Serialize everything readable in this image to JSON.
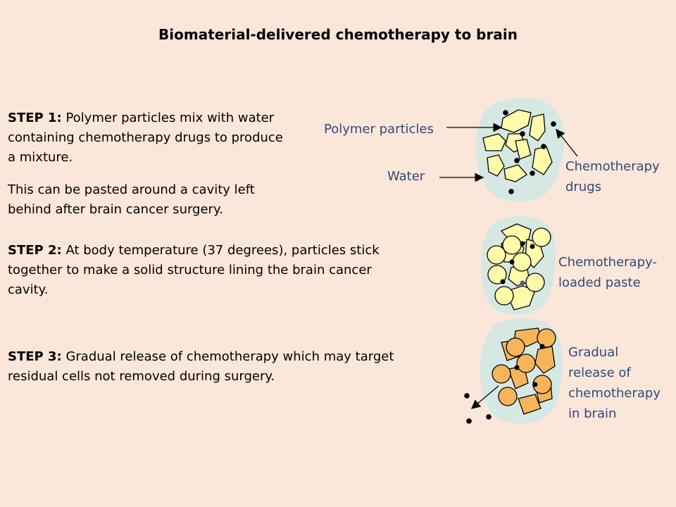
{
  "title": "Biomaterial-delivered chemotherapy to brain",
  "step1": {
    "label": "STEP 1:",
    "line1": " Polymer particles mix with water",
    "line2": "containing chemotherapy drugs to produce",
    "line3": "a mixture."
  },
  "step1_note": {
    "line1": "This can be pasted around a cavity left",
    "line2": "behind after brain cancer surgery."
  },
  "step2": {
    "label": "STEP 2:",
    "line1": " At body temperature (37 degrees), particles stick",
    "line2": "together to make a solid structure lining the brain cancer",
    "line3": "cavity."
  },
  "step3": {
    "label": "STEP 3:",
    "line1": " Gradual release of chemotherapy which may target",
    "line2": "residual cells not removed during surgery."
  },
  "labels": {
    "polymer_particles": "Polymer particles",
    "water": "Water",
    "chemo_drugs_1": "Chemotherapy",
    "chemo_drugs_2": "drugs",
    "paste_1": "Chemotherapy-",
    "paste_2": "loaded paste",
    "release_1": "Gradual",
    "release_2": "release of",
    "release_3": "chemotherapy",
    "release_4": "in brain"
  },
  "colors": {
    "background": "#fbe6da",
    "water": "#d5e8e4",
    "particle_yellow": "#fffbab",
    "particle_orange": "#f7b55b",
    "label_text": "#2f4a7a"
  }
}
